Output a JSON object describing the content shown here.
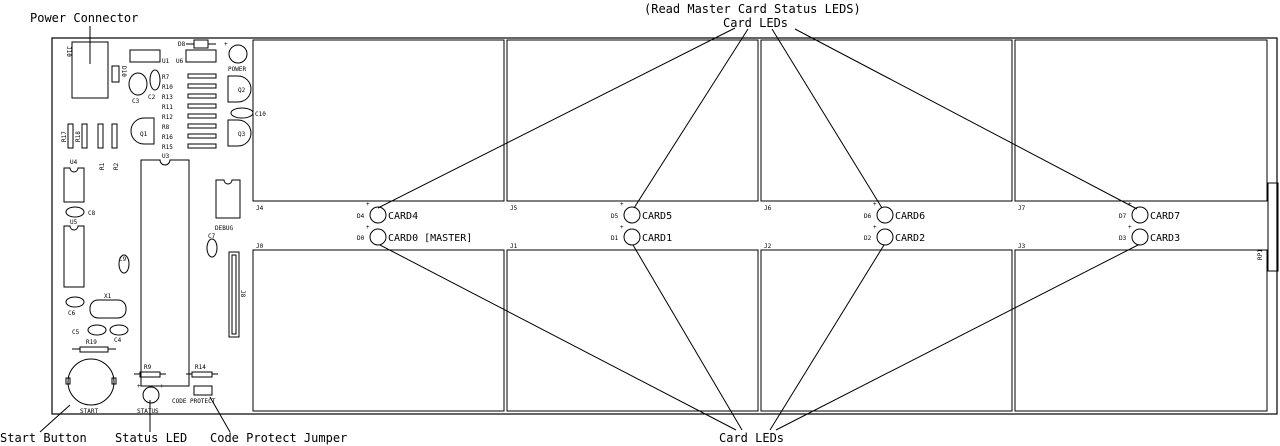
{
  "callouts": {
    "power_connector": "Power Connector",
    "read_master": "(Read Master Card Status LEDS)",
    "card_leds_top": "Card LEDs",
    "card_leds_bottom": "Card LEDs",
    "start_button": "Start Button",
    "status_led": "Status LED",
    "code_protect_jumper": "Code Protect Jumper"
  },
  "slots": {
    "top": [
      "J4",
      "J5",
      "J6",
      "J7"
    ],
    "bottom": [
      "J0",
      "J1",
      "J2",
      "J3"
    ]
  },
  "leds_top": [
    {
      "ref": "D4",
      "label": "CARD4"
    },
    {
      "ref": "D5",
      "label": "CARD5"
    },
    {
      "ref": "D6",
      "label": "CARD6"
    },
    {
      "ref": "D7",
      "label": "CARD7"
    }
  ],
  "leds_bottom": [
    {
      "ref": "D0",
      "label": "CARD0 [MASTER]"
    },
    {
      "ref": "D1",
      "label": "CARD1"
    },
    {
      "ref": "D2",
      "label": "CARD2"
    },
    {
      "ref": "D3",
      "label": "CARD3"
    }
  ],
  "parts": {
    "j10": "J10",
    "d10": "D10",
    "d8": "D8",
    "c3": "C3",
    "c2": "C2",
    "u1": "U1",
    "u6": "U6",
    "power": "POWER",
    "r7": "R7",
    "r10": "R10",
    "r13": "R13",
    "r11": "R11",
    "r12": "R12",
    "r8": "R8",
    "r16": "R16",
    "r15": "R15",
    "q2": "Q2",
    "q3": "Q3",
    "c10": "C10",
    "q1": "Q1",
    "r17": "R17",
    "r18": "R18",
    "r1": "R1",
    "r2": "R2",
    "u4": "U4",
    "u3": "U3",
    "c8": "C8",
    "u5": "U5",
    "c9": "C9",
    "c6": "C6",
    "x1": "X1",
    "c5": "C5",
    "c4": "C4",
    "c7": "C7",
    "debug": "DEBUG",
    "j8": "J8",
    "r19": "R19",
    "start": "START",
    "r9": "R9",
    "r14": "R14",
    "status": "STATUS",
    "code_protect": "CODE PROTECT",
    "rp1": "RP1"
  }
}
